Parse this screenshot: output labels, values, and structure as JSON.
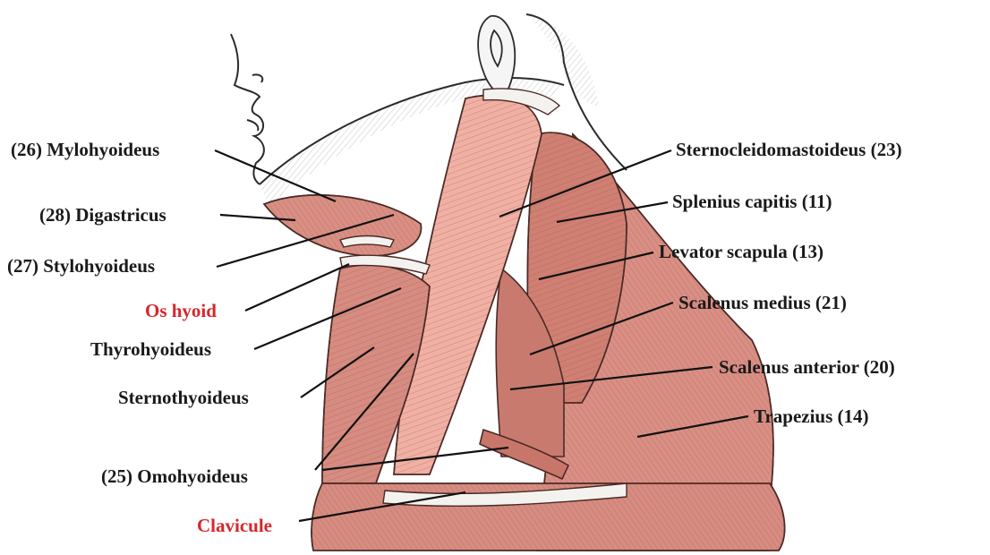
{
  "diagram": {
    "colors": {
      "label": "#1a1a1a",
      "highlight": "#d6262c",
      "muscle": "#d98f84",
      "muscle_light": "#f1b3a6",
      "tendon": "#f2f0ec",
      "outline": "#3a2a28"
    },
    "labels_left": [
      {
        "id": "mylohyoideus",
        "text": "(26) Mylohyoideus",
        "highlight": false
      },
      {
        "id": "digastricus",
        "text": "(28) Digastricus",
        "highlight": false
      },
      {
        "id": "stylohyoideus",
        "text": "(27) Stylohyoideus",
        "highlight": false
      },
      {
        "id": "os-hyoid",
        "text": "Os hyoid",
        "highlight": true
      },
      {
        "id": "thyrohyoideus",
        "text": "Thyrohyoideus",
        "highlight": false
      },
      {
        "id": "sternothyoideus",
        "text": "Sternothyoideus",
        "highlight": false
      },
      {
        "id": "omohyoideus",
        "text": "(25) Omohyoideus",
        "highlight": false
      },
      {
        "id": "clavicule",
        "text": "Clavicule",
        "highlight": true
      }
    ],
    "labels_right": [
      {
        "id": "sternocleidomastoideus",
        "text": "Sternocleidomastoideus (23)",
        "highlight": false
      },
      {
        "id": "splenius-capitis",
        "text": "Splenius capitis (11)",
        "highlight": false
      },
      {
        "id": "levator-scapula",
        "text": "Levator scapula (13)",
        "highlight": false
      },
      {
        "id": "scalenus-medius",
        "text": "Scalenus medius (21)",
        "highlight": false
      },
      {
        "id": "scalenus-anterior",
        "text": "Scalenus anterior (20)",
        "highlight": false
      },
      {
        "id": "trapezius",
        "text": "Trapezius (14)",
        "highlight": false
      }
    ]
  }
}
